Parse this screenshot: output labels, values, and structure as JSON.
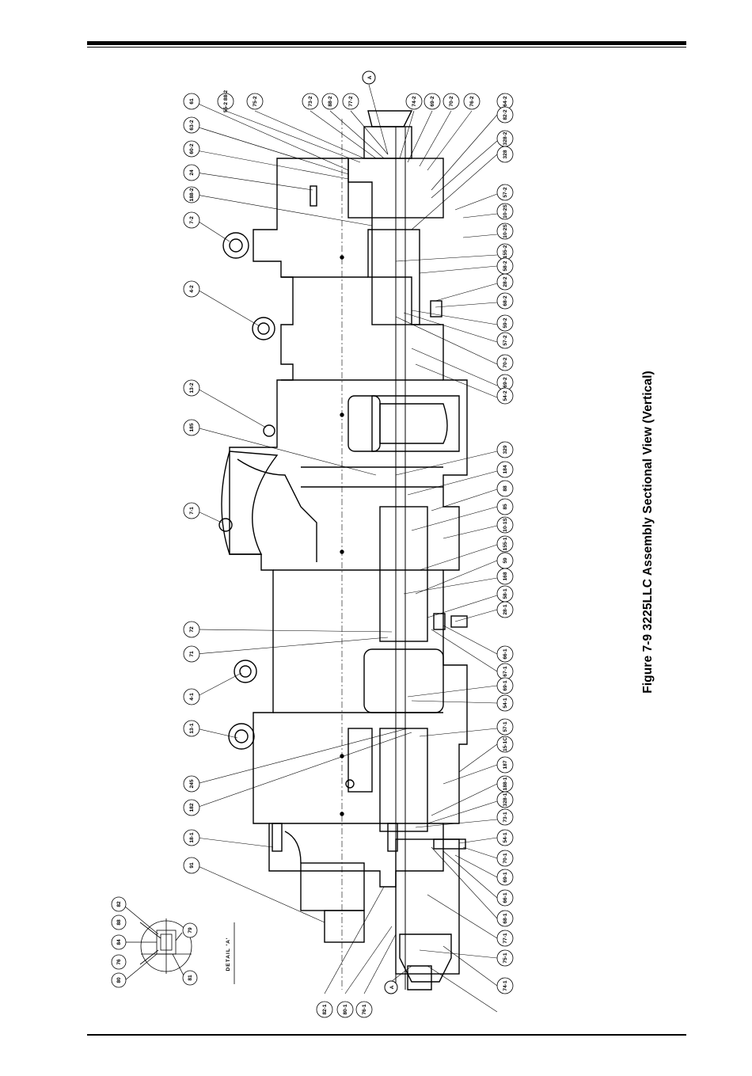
{
  "figure": {
    "caption": "Figure 7-9 3225LLC Assembly Sectional View (Vertical)"
  },
  "detail": {
    "title": "DETAIL 'A'",
    "marker": "A",
    "callouts": [
      "82",
      "88",
      "84",
      "76",
      "80",
      "79",
      "81"
    ]
  },
  "callouts_top": [
    "61",
    "55-2 88-2",
    "75-2",
    "73-2",
    "88-2",
    "77-2",
    "74-2",
    "69-2",
    "70-2",
    "76-2",
    "64-2"
  ],
  "callouts_left": [
    "61",
    "63-2",
    "60-2",
    "24",
    "188-2",
    "7-2",
    "4-2",
    "13-2",
    "185",
    "7-1",
    "72",
    "71",
    "4-1",
    "13-1",
    "245",
    "182",
    "18-1",
    "91"
  ],
  "callouts_right": [
    "82-2",
    "328-2",
    "328",
    "57-2",
    "10-2S",
    "10-2S",
    "155-2",
    "58-2",
    "28-2",
    "68-2",
    "59-2",
    "57-2",
    "70-2",
    "69-2",
    "54-2",
    "329",
    "184",
    "88",
    "85",
    "10-1S",
    "155-1",
    "59",
    "168",
    "58-1",
    "28-1",
    "66-1",
    "67-1",
    "69-1",
    "54-1",
    "57-1",
    "15-1C",
    "187",
    "188-1",
    "328-1",
    "73-1",
    "54-1",
    "70-1",
    "69-1",
    "66-1",
    "68-1",
    "77-1",
    "75-1",
    "74-1"
  ],
  "callouts_bottom": [
    "82-1",
    "80-1",
    "76-1"
  ]
}
